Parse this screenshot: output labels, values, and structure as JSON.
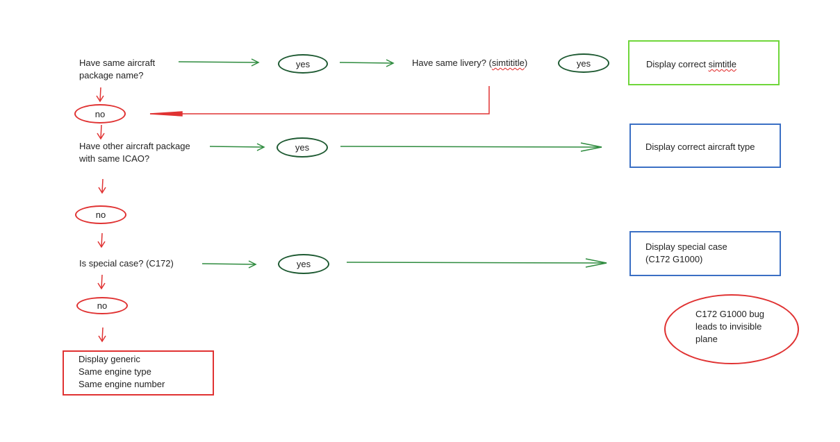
{
  "colors": {
    "green_arrow": "#2e8b3e",
    "red_arrow": "#e03232",
    "oval_green": "#1e5a32",
    "box_lime": "#6fd63a",
    "box_blue": "#3a6fc4",
    "box_red": "#e03232"
  },
  "questions": {
    "q1_line1": "Have same aircraft",
    "q1_line2": "package name?",
    "q2_pre": "Have same livery? (",
    "q2_word": "simtititle",
    "q2_post": ")",
    "q3_line1": "Have other aircraft package",
    "q3_line2": "with same ICAO?",
    "q4": "Is special case? (C172)"
  },
  "answers": {
    "yes1": "yes",
    "yes2": "yes",
    "yes3": "yes",
    "yes4": "yes",
    "no1": "no",
    "no2": "no",
    "no3": "no"
  },
  "results": {
    "simtitle_pre": "Display correct ",
    "simtitle_word": "simtitle",
    "aircraft_type": "Display correct aircraft type",
    "special_case": "Display special case\n(C172 G1000)",
    "generic": "Display generic\nSame engine type\nSame engine number"
  },
  "note": {
    "text": "C172 G1000 bug\nleads to invisible\nplane"
  }
}
